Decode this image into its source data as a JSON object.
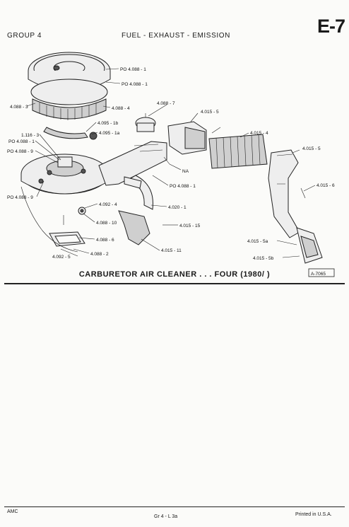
{
  "header": {
    "group": "GROUP 4",
    "section": "FUEL - EXHAUST - EMISSION",
    "page": "E-7"
  },
  "caption": "CARBURETOR AIR CLEANER . . . FOUR (1980/ )",
  "figure_ref": "A-7065",
  "callouts": [
    {
      "id": "po4088_1_top",
      "text": "PO 4.088 - 1"
    },
    {
      "id": "po4088_1_b",
      "text": "PO 4.088 - 1"
    },
    {
      "id": "c4088_3",
      "text": "4.088 - 3"
    },
    {
      "id": "c4088_4",
      "text": "4.088 - 4"
    },
    {
      "id": "c4088_7",
      "text": "4.088 - 7"
    },
    {
      "id": "c4015_5_top",
      "text": "4.015 - 5"
    },
    {
      "id": "c4095_1b",
      "text": "4.095 - 1b"
    },
    {
      "id": "c4095_1a",
      "text": "4.095 - 1a"
    },
    {
      "id": "c1116_3",
      "text": "1.116 - 3"
    },
    {
      "id": "po4088_1_c",
      "text": "PO 4.088 - 1"
    },
    {
      "id": "po4088_9",
      "text": "PO 4.088 - 9"
    },
    {
      "id": "c4015_4",
      "text": "4.015 - 4"
    },
    {
      "id": "c4015_5_right",
      "text": "4.015 - 5"
    },
    {
      "id": "na",
      "text": "NA"
    },
    {
      "id": "po4088_1_d",
      "text": "PO 4.088 - 1"
    },
    {
      "id": "c4015_6",
      "text": "4.015 - 6"
    },
    {
      "id": "po4088_9b",
      "text": "PO 4.088 - 9"
    },
    {
      "id": "c4092_4",
      "text": "4.092 - 4"
    },
    {
      "id": "c4020_1",
      "text": "4.020 - 1"
    },
    {
      "id": "c4088_10",
      "text": "4.088 - 10"
    },
    {
      "id": "c4015_15",
      "text": "4.015 - 15"
    },
    {
      "id": "c4088_6",
      "text": "4.088 - 6"
    },
    {
      "id": "c4015_11",
      "text": "4.015 - 11"
    },
    {
      "id": "c4015_5a",
      "text": "4.015 - 5a"
    },
    {
      "id": "c4088_2",
      "text": "4.088 - 2"
    },
    {
      "id": "c4092_5",
      "text": "4.092 - 5"
    },
    {
      "id": "c4015_5b",
      "text": "4.015 - 5b"
    }
  ],
  "footer": {
    "left": "AMC",
    "center": "Gr 4 - L 3a",
    "right": "Printed in U.S.A."
  }
}
